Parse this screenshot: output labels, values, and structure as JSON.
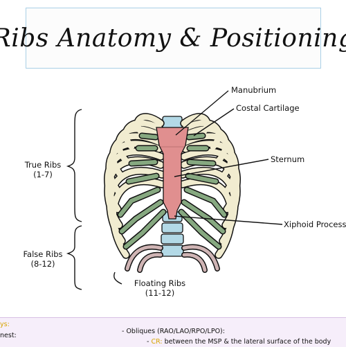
{
  "title": "Ribs Anatomy & Positioning",
  "labels": {
    "manubrium": "Manubrium",
    "costal_cartilage": "Costal Cartilage",
    "sternum": "Sternum",
    "xiphoid": "Xiphoid Process",
    "true_ribs": "True Ribs",
    "true_ribs_range": "(1-7)",
    "false_ribs": "False Ribs",
    "false_ribs_range": "(8-12)",
    "floating_ribs": "Floating Ribs",
    "floating_ribs_range": "(11-12)"
  },
  "notes": {
    "left_top": "ys:",
    "left_bottom": "nest:",
    "obliques": "- Obliques (RAO/LAO/RPO/LPO):",
    "cr_label": "CR:",
    "cr_text": "between the MSP & the lateral surface of the body"
  },
  "colors": {
    "bone": "#f1ecd0",
    "cartilage": "#86a880",
    "sternum": "#e08f8f",
    "spine": "#b3d9e6",
    "floating": "#cfb4b4",
    "outline": "#111111",
    "title_border": "#a9cfe6",
    "notes_bg": "#f6eefa",
    "highlight": "#d6a400"
  }
}
